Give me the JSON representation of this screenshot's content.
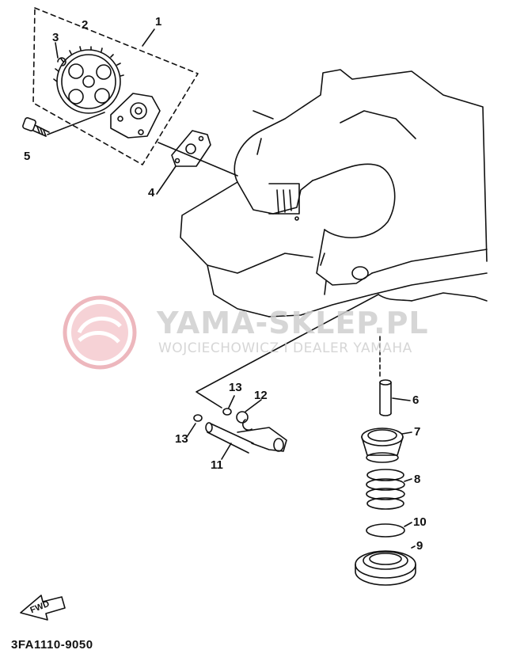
{
  "callouts": {
    "c1": "1",
    "c2": "2",
    "c3": "3",
    "c4": "4",
    "c5": "5",
    "c6": "6",
    "c7": "7",
    "c8": "8",
    "c9": "9",
    "c10": "10",
    "c11": "11",
    "c12": "12",
    "c13a": "13",
    "c13b": "13"
  },
  "fwd_label": "FWD",
  "diagram_code": "3FA1110-9050",
  "watermark": {
    "title": "YAMA-SKLEP.PL",
    "subtitle": "WOJCIECHOWICZ I DEALER YAMAHA",
    "color": "#e8a0a8"
  }
}
